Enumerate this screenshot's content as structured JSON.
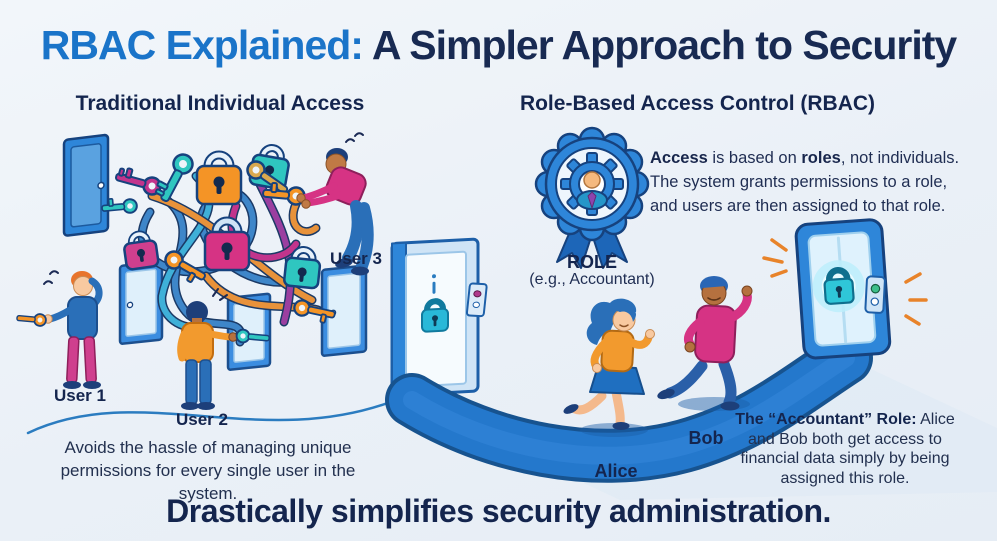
{
  "header": {
    "title_highlight": "RBAC Explained:",
    "title_rest": " A Simpler Approach to Security"
  },
  "left_section": {
    "heading": "Traditional Individual Access",
    "users": [
      "User 1",
      "User 2",
      "User 3"
    ],
    "caption": "Avoids the hassle of managing unique permissions for every single user in the system."
  },
  "right_section": {
    "heading": "Role-Based Access Control (RBAC)",
    "badge": {
      "label": "ROLE",
      "sublabel": "(e.g., Accountant)"
    },
    "description": {
      "seg1": "Access",
      "seg2": " is based on ",
      "seg3": "roles",
      "seg4": ", not individuals. The system grants permissions to a role, and users are then assigned to that role."
    },
    "people": {
      "alice": "Alice",
      "bob": "Bob"
    },
    "caption": {
      "heading": "The “Accountant” Role:",
      "body": "Alice and Bob both get access to financial data simply by being assigned this role."
    }
  },
  "footer": {
    "headline": "Drastically simplifies security administration."
  },
  "colors": {
    "title_blue": "#1a74c9",
    "navy": "#1b2a55",
    "door_blue": "#2e86d9",
    "path_blue": "#2478cc",
    "lock_teal": "#2fc6c0",
    "lock_orange": "#f49426",
    "lock_magenta": "#d63384",
    "spark_orange": "#e8832a"
  }
}
